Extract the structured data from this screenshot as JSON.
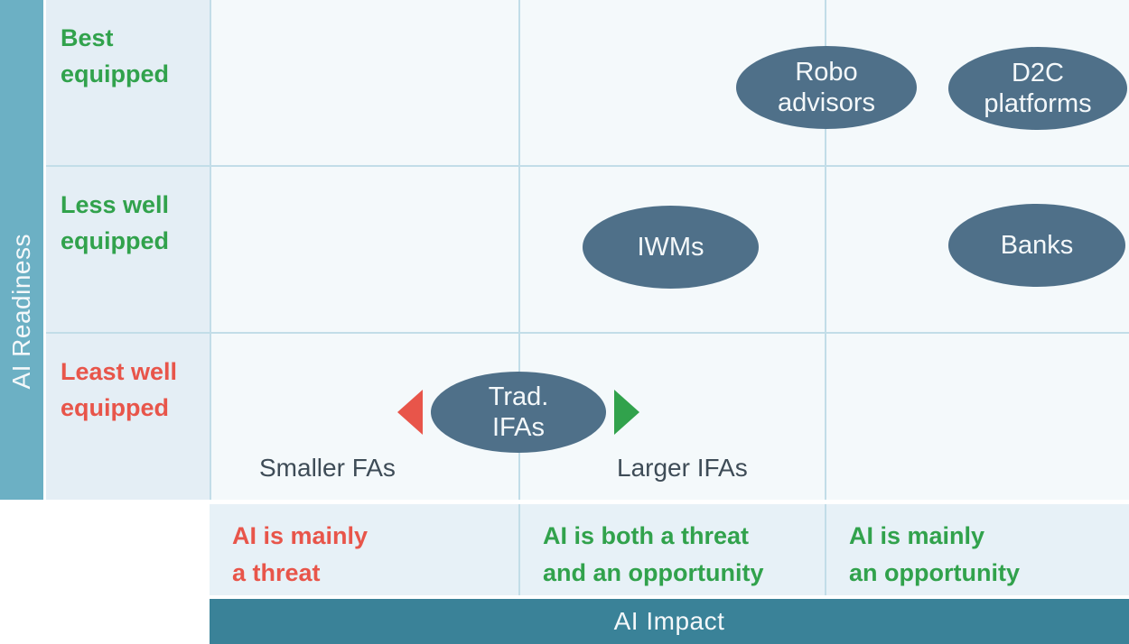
{
  "colors": {
    "readiness_bar": "#6cb0c4",
    "impact_bar": "#3a8298",
    "bubble": "#4f7089",
    "positive": "#31a24c",
    "negative": "#e8554a",
    "grid_line": "#c2dde8",
    "label_column_bg": "#e4eef5",
    "cell_bg": "#f4f9fb",
    "impact_row_bg": "#e7f1f7",
    "dark_text": "#3e4c57"
  },
  "y_axis": {
    "title": "AI Readiness",
    "levels": [
      {
        "label": "Best\nequipped",
        "tone": "positive"
      },
      {
        "label": "Less well\nequipped",
        "tone": "positive"
      },
      {
        "label": "Least well\nequipped",
        "tone": "negative"
      }
    ]
  },
  "x_axis": {
    "title": "AI Impact",
    "levels": [
      {
        "label": "AI is mainly\na threat",
        "tone": "negative"
      },
      {
        "label": "AI is both a threat\nand an opportunity",
        "tone": "positive"
      },
      {
        "label": "AI is mainly\nan opportunity",
        "tone": "positive"
      }
    ]
  },
  "bubbles": [
    {
      "id": "robo-advisors",
      "label": "Robo\nadvisors",
      "row": "Best equipped",
      "column": "AI is both a threat and an opportunity"
    },
    {
      "id": "d2c-platforms",
      "label": "D2C\nplatforms",
      "row": "Best equipped",
      "column": "AI is mainly an opportunity"
    },
    {
      "id": "iwms",
      "label": "IWMs",
      "row": "Less well equipped",
      "column": "AI is both a threat and an opportunity"
    },
    {
      "id": "banks",
      "label": "Banks",
      "row": "Less well equipped",
      "column": "AI is mainly an opportunity"
    },
    {
      "id": "trad-ifas",
      "label": "Trad.\nIFAs",
      "row": "Least well equipped",
      "column": "between threat and both"
    }
  ],
  "annotations": {
    "smaller_label": "Smaller FAs",
    "larger_label": "Larger IFAs",
    "left_arrow": "toward threat",
    "right_arrow": "toward opportunity"
  }
}
